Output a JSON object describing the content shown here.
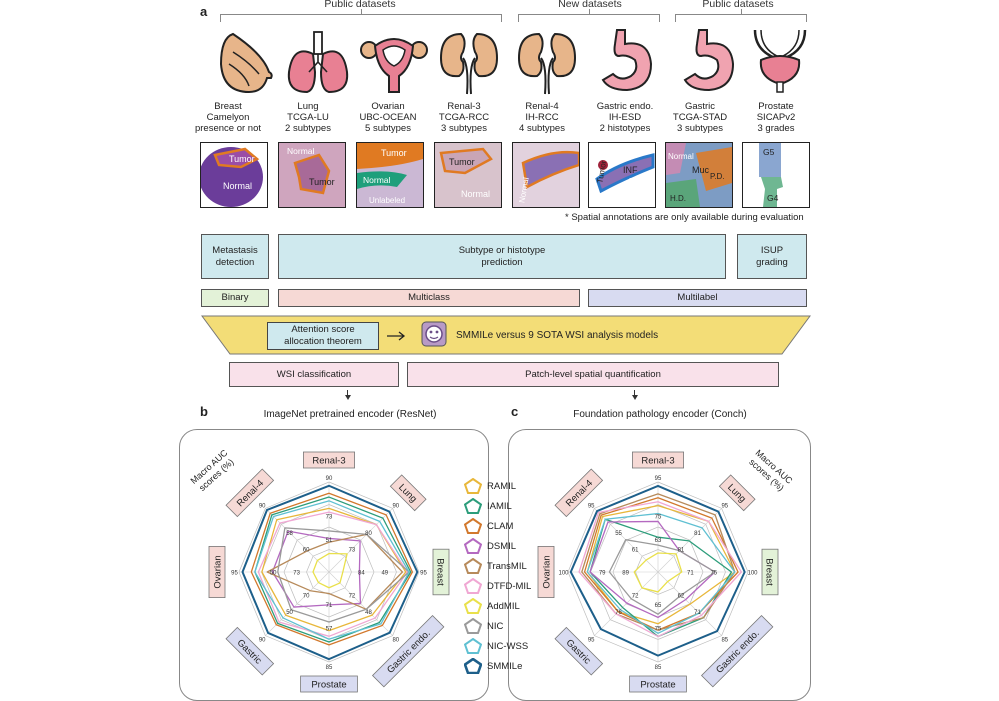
{
  "panels": {
    "a": "a",
    "b": "b",
    "c": "c"
  },
  "groups": [
    {
      "label": "Public datasets"
    },
    {
      "label": "New datasets"
    },
    {
      "label": "Public datasets"
    }
  ],
  "datasets": [
    {
      "l1": "Breast",
      "l2": "Camelyon",
      "l3": "presence or not"
    },
    {
      "l1": "Lung",
      "l2": "TCGA-LU",
      "l3": "2 subtypes"
    },
    {
      "l1": "Ovarian",
      "l2": "UBC-OCEAN",
      "l3": "5 subtypes"
    },
    {
      "l1": "Renal-3",
      "l2": "TCGA-RCC",
      "l3": "3 subtypes"
    },
    {
      "l1": "Renal-4",
      "l2": "IH-RCC",
      "l3": "4 subtypes"
    },
    {
      "l1": "Gastric endo.",
      "l2": "IH-ESD",
      "l3": "2 histotypes"
    },
    {
      "l1": "Gastric",
      "l2": "TCGA-STAD",
      "l3": "3 subtypes"
    },
    {
      "l1": "Prostate",
      "l2": "SICAPv2",
      "l3": "3 grades"
    }
  ],
  "thumb_labels": {
    "breast": [
      "Tumor",
      "Normal"
    ],
    "lung": [
      "Normal",
      "Tumor"
    ],
    "ovarian": [
      "Tumor",
      "Normal",
      "Unlabeled"
    ],
    "renal3": [
      "Tumor",
      "Normal"
    ],
    "renal4": [
      "Normal"
    ],
    "gastric_endo": [
      "Tumor",
      "INF",
      "Normal"
    ],
    "gastric": [
      "Normal",
      "Muc",
      "P.D.",
      "H.D."
    ],
    "prostate": [
      "G5",
      "G4"
    ]
  },
  "note": "* Spatial annotations are only available during evaluation",
  "tasks": {
    "metastasis": "Metastasis detection",
    "subtype": "Subtype or histotype prediction",
    "isup": "ISUP grading",
    "binary": "Binary",
    "multiclass": "Multiclass",
    "multilabel": "Multilabel",
    "theorem": "Attention score allocation theorem",
    "versus": "SMMILe versus 9 SOTA WSI analysis models",
    "wsi": "WSI classification",
    "patch": "Patch-level spatial quantification"
  },
  "legend": [
    {
      "name": "RAMIL",
      "color": "#e8b73a"
    },
    {
      "name": "IAMIL",
      "color": "#2c9d7b"
    },
    {
      "name": "CLAM",
      "color": "#d2782c"
    },
    {
      "name": "DSMIL",
      "color": "#b469c0"
    },
    {
      "name": "TransMIL",
      "color": "#b78a5a"
    },
    {
      "name": "DTFD-MIL",
      "color": "#f0a7d3"
    },
    {
      "name": "AddMIL",
      "color": "#e9e04a"
    },
    {
      "name": "NIC",
      "color": "#9a9a9a"
    },
    {
      "name": "NIC-WSS",
      "color": "#5fc0d2"
    },
    {
      "name": "SMMILe",
      "color": "#1d5f8a"
    }
  ],
  "chart_data": [
    {
      "type": "radar",
      "title": "ImageNet pretrained encoder (ResNet)",
      "ylabel": "Macro AUC scores (%)",
      "axes": [
        "Renal-3",
        "Lung",
        "Breast",
        "Gastric endo.",
        "Prostate",
        "Gastric",
        "Ovarian",
        "Renal-4"
      ],
      "axis_colors": [
        "#f6d9d5",
        "#f6d9d5",
        "#e3f2d8",
        "#d8dbf1",
        "#d8dbf1",
        "#d8dbf1",
        "#f6d9d5",
        "#f6d9d5"
      ],
      "ranges": [
        [
          73,
          95
        ],
        [
          80,
          98
        ],
        [
          49,
          99
        ],
        [
          48,
          88
        ],
        [
          57,
          86
        ],
        [
          50,
          93
        ],
        [
          50,
          97
        ],
        [
          58,
          94
        ]
      ],
      "axis_tick_labels": [
        [
          "73",
          "90"
        ],
        [
          "80",
          "90"
        ],
        [
          "49",
          "95"
        ],
        [
          "48",
          "80"
        ],
        [
          "57",
          "85"
        ],
        [
          "50",
          "90"
        ],
        [
          "50",
          "95"
        ],
        [
          "58",
          "90"
        ]
      ],
      "inner_tick_labels": [
        "51",
        "73",
        "84",
        "72",
        "71",
        "70",
        "73",
        "60"
      ],
      "series": [
        {
          "name": "RAMIL",
          "values": [
            88,
            93,
            91,
            74,
            75,
            78,
            84,
            87
          ]
        },
        {
          "name": "IAMIL",
          "values": [
            91,
            95,
            94,
            79,
            79,
            84,
            88,
            90
          ]
        },
        {
          "name": "CLAM",
          "values": [
            92,
            96,
            95,
            81,
            80,
            85,
            90,
            91
          ]
        },
        {
          "name": "DSMIL",
          "values": [
            80,
            88,
            63,
            66,
            66,
            72,
            78,
            80
          ]
        },
        {
          "name": "TransMIL",
          "values": [
            79,
            90,
            89,
            70,
            62,
            60,
            81,
            68
          ]
        },
        {
          "name": "DTFD-MIL",
          "values": [
            87,
            93,
            92,
            76,
            77,
            83,
            86,
            85
          ]
        },
        {
          "name": "AddMIL",
          "values": [
            76,
            84,
            53,
            52,
            60,
            54,
            55,
            62
          ]
        },
        {
          "name": "NIC",
          "values": [
            82,
            90,
            93,
            70,
            72,
            74,
            75,
            82
          ]
        },
        {
          "name": "NIC-WSS",
          "values": [
            90,
            94,
            93,
            80,
            78,
            80,
            88,
            89
          ]
        },
        {
          "name": "SMMILe",
          "values": [
            94,
            97,
            98,
            86,
            85,
            91,
            95,
            93
          ]
        }
      ]
    },
    {
      "type": "radar",
      "title": "Foundation pathology encoder (Conch)",
      "ylabel": "Macro AUC scores (%)",
      "axes": [
        "Renal-3",
        "Lung",
        "Breast",
        "Gastric endo.",
        "Prostate",
        "Gastric",
        "Ovarian",
        "Renal-4"
      ],
      "axis_colors": [
        "#f6d9d5",
        "#f6d9d5",
        "#e3f2d8",
        "#d8dbf1",
        "#d8dbf1",
        "#d8dbf1",
        "#f6d9d5",
        "#f6d9d5"
      ],
      "ranges": [
        [
          75,
          96
        ],
        [
          80,
          98
        ],
        [
          75,
          100
        ],
        [
          62,
          88
        ],
        [
          62,
          88
        ],
        [
          70,
          97
        ],
        [
          70,
          100
        ],
        [
          55,
          98
        ]
      ],
      "axis_tick_labels": [
        [
          "75",
          "95"
        ],
        [
          "81",
          "95"
        ],
        [
          "75",
          "100"
        ],
        [
          "71",
          "85"
        ],
        [
          "75",
          "85"
        ],
        [
          "76",
          "95"
        ],
        [
          "79",
          "100"
        ],
        [
          "55",
          "95"
        ]
      ],
      "inner_tick_labels": [
        "63",
        "81",
        "71",
        "62",
        "65",
        "72",
        "89",
        "61"
      ],
      "series": [
        {
          "name": "RAMIL",
          "values": [
            90,
            94,
            96,
            74,
            76,
            86,
            93,
            92
          ]
        },
        {
          "name": "IAMIL",
          "values": [
            82,
            88,
            95,
            80,
            80,
            84,
            92,
            90
          ]
        },
        {
          "name": "CLAM",
          "values": [
            92,
            95,
            97,
            78,
            78,
            86,
            94,
            93
          ]
        },
        {
          "name": "DSMIL",
          "values": [
            86,
            85,
            90,
            72,
            74,
            82,
            92,
            88
          ]
        },
        {
          "name": "TransMIL",
          "values": [
            93,
            96,
            96,
            80,
            78,
            87,
            95,
            94
          ]
        },
        {
          "name": "DTFD-MIL",
          "values": [
            91,
            94,
            98,
            79,
            80,
            87,
            96,
            95
          ]
        },
        {
          "name": "AddMIL",
          "values": [
            78,
            84,
            80,
            64,
            66,
            75,
            76,
            60
          ]
        },
        {
          "name": "NIC",
          "values": [
            80,
            85,
            90,
            70,
            73,
            80,
            85,
            75
          ]
        },
        {
          "name": "NIC-WSS",
          "values": [
            88,
            92,
            96,
            78,
            79,
            85,
            93,
            90
          ]
        },
        {
          "name": "SMMILe",
          "values": [
            95,
            97,
            99,
            86,
            86,
            94,
            99,
            96
          ]
        }
      ]
    }
  ]
}
